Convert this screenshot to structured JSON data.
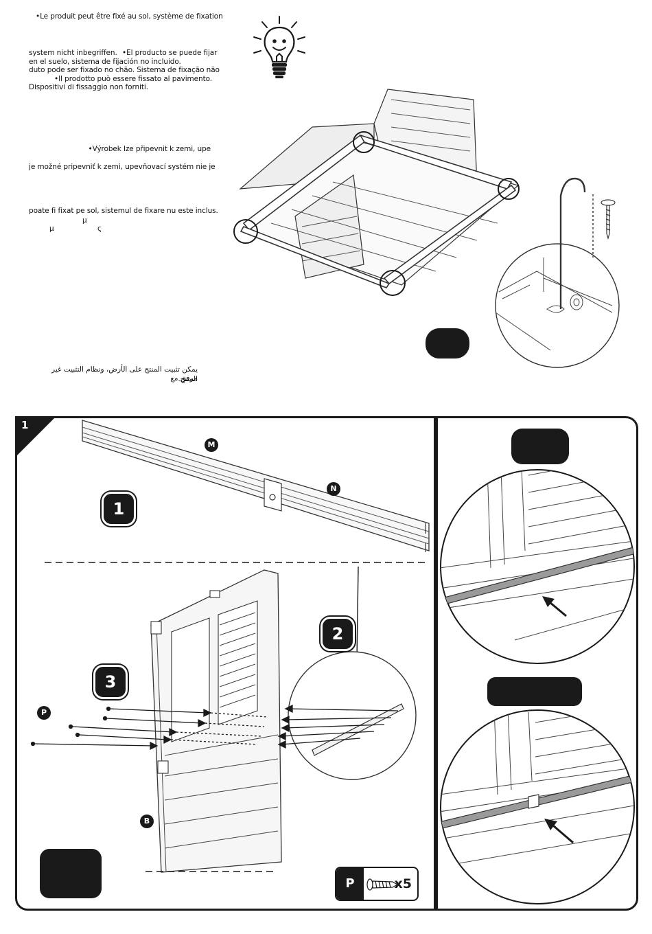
{
  "notes": {
    "fr": "•Le produit peut être fixé au sol, système de fixation",
    "de": "system nicht inbegriffen.",
    "es_a": "•El producto se puede fijar",
    "es_b": "en el suelo, sistema de fijación no incluido.",
    "pt": "duto pode ser fixado no chão. Sistema de fixação não",
    "it_a": "•Il prodotto può essere fissato al pavimento.",
    "it_b": "Dispositivi di fissaggio non forniti.",
    "cs": "•Výrobek lze připevnit k zemi, upe",
    "sk": "je možné pripevniť k zemi, upevňovací systém nie je",
    "ro": "poate fi fixat pe sol, sistemul de fixare nu este inclus.",
    "gr_a": "μ",
    "gr_b": "μ",
    "gr_c": "ς",
    "ar_a": "يمكن تثبيت المنتج على الأرض، ونظام التثبيت غير مرفق مع",
    "ar_b": "المنتج."
  },
  "step": {
    "number": "1",
    "parts": {
      "m": "M",
      "n": "N",
      "p": "P",
      "b": "B"
    },
    "substeps": {
      "one": "1",
      "two": "2",
      "three": "3"
    },
    "hardware": {
      "code": "P",
      "count": "x5"
    }
  },
  "colors": {
    "ink": "#1a1a1a",
    "line": "#333333",
    "panel_fill": "#f4f4f4"
  }
}
